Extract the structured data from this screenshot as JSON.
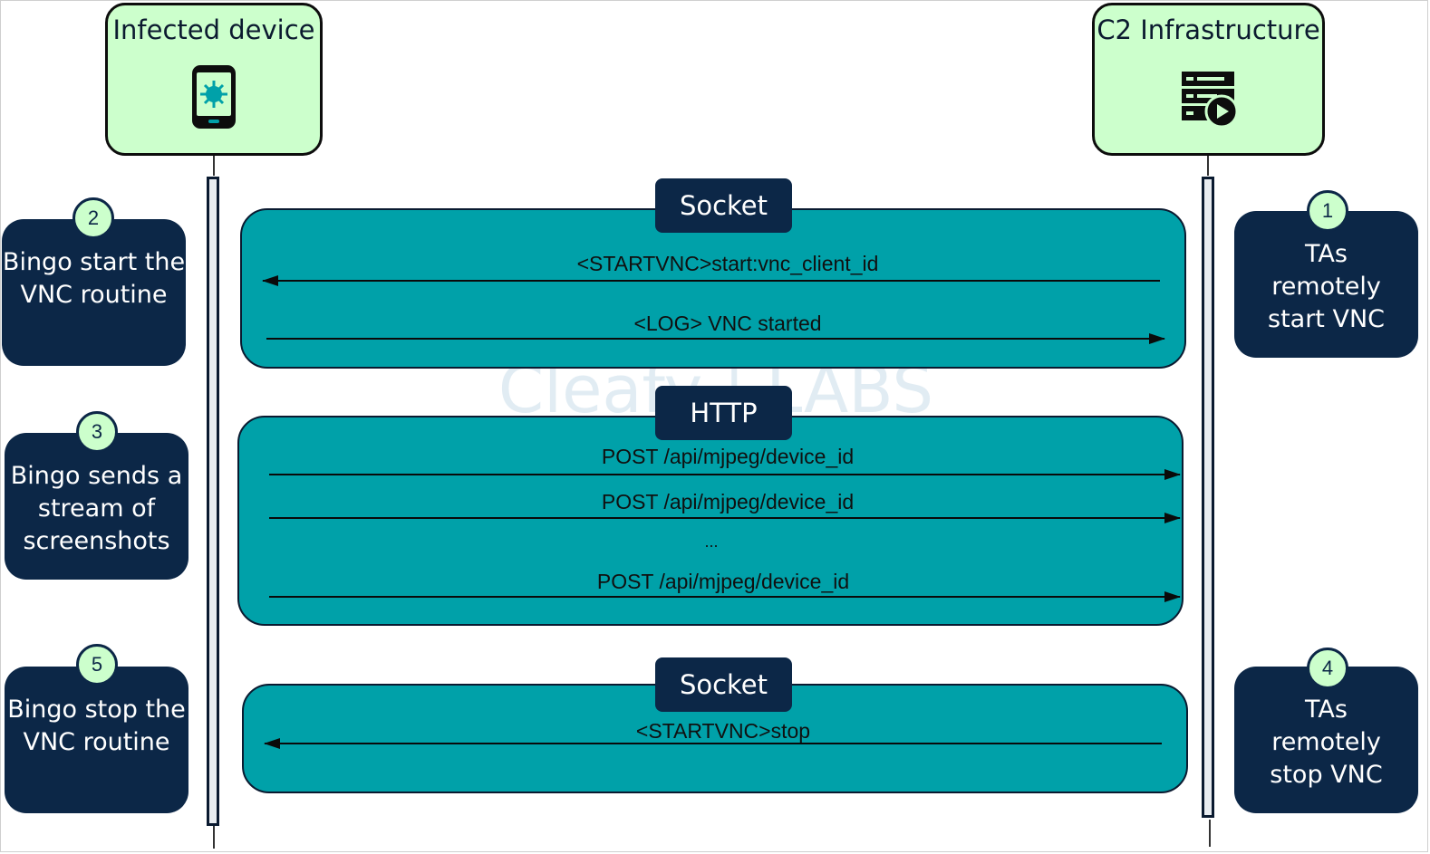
{
  "participants": {
    "left": {
      "title": "Infected device",
      "icon": "phone-virus-icon"
    },
    "right": {
      "title": "C2 Infrastructure",
      "icon": "server-play-icon"
    }
  },
  "groups": [
    {
      "label": "Socket",
      "messages": [
        {
          "text": "<STARTVNC>start:vnc_client_id",
          "direction": "to-device"
        },
        {
          "text": "<LOG> VNC started",
          "direction": "to-c2"
        }
      ]
    },
    {
      "label": "HTTP",
      "messages": [
        {
          "text": "POST /api/mjpeg/device_id",
          "direction": "to-c2"
        },
        {
          "text": "POST /api/mjpeg/device_id",
          "direction": "to-c2"
        },
        {
          "text": "...",
          "direction": "none"
        },
        {
          "text": "POST /api/mjpeg/device_id",
          "direction": "to-c2"
        }
      ]
    },
    {
      "label": "Socket",
      "messages": [
        {
          "text": "<STARTVNC>stop",
          "direction": "to-device"
        }
      ]
    }
  ],
  "notes": [
    {
      "step": "1",
      "text": "TAs remotely start VNC"
    },
    {
      "step": "2",
      "text": "Bingo start the VNC routine"
    },
    {
      "step": "3",
      "text": "Bingo sends a stream of screenshots"
    },
    {
      "step": "4",
      "text": "TAs remotely stop VNC"
    },
    {
      "step": "5",
      "text": "Bingo stop the VNC routine"
    }
  ],
  "watermark": "Cleafy | LABS",
  "colors": {
    "actor_fill": "#ccffcc",
    "group_fill": "#00a1a9",
    "navy": "#0c2747"
  }
}
